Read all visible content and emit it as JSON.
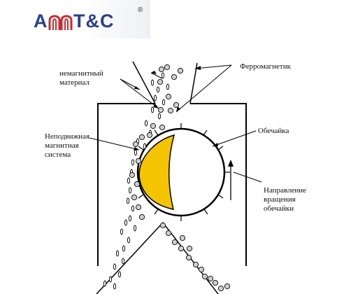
{
  "logo": {
    "text_left": "A",
    "text_right": "T&C",
    "registered_mark": "®",
    "color_blue": "#2a3f8e",
    "color_red": "#d0282e",
    "icon": "magnet-m-icon"
  },
  "labels": {
    "nonmagnetic": [
      "немагнитный",
      "материал"
    ],
    "ferromagnetic": "Ферромагнетик",
    "magnetic_system": [
      "Неподвижная",
      "магнитная",
      "система"
    ],
    "shell": "Обечайка",
    "rotation": [
      "Направление",
      "вращения",
      "обечайки"
    ]
  },
  "colors": {
    "magnet_fill": "#f5c400",
    "particle_fill": "#d0d0d0",
    "line": "#000000"
  }
}
